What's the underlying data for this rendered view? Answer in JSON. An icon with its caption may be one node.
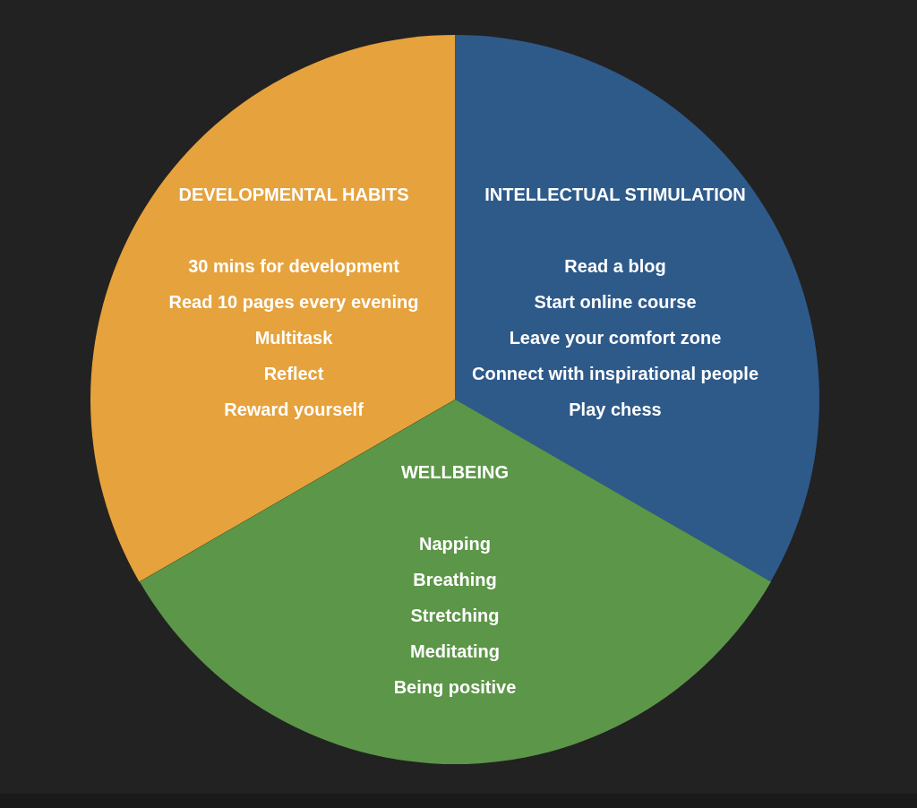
{
  "diagram": {
    "nodes": [
      {
        "text": [
          "DEVELOPMENTAL HABITS",
          "30 mins for development",
          "Read 10 pages every evening",
          "Multitask",
          "Reflect",
          "Reward yourself"
        ]
      },
      {
        "text": [
          "INTELLECTUAL STIMULATION",
          "Read a blog",
          "Start online course",
          "Leave your comfort zone",
          "Connect with inspirational people",
          "Play chess"
        ]
      },
      {
        "text": [
          "WELLBEING",
          "Napping",
          "Breathing",
          "Stretching",
          "Meditating",
          "Being positive"
        ]
      }
    ]
  }
}
